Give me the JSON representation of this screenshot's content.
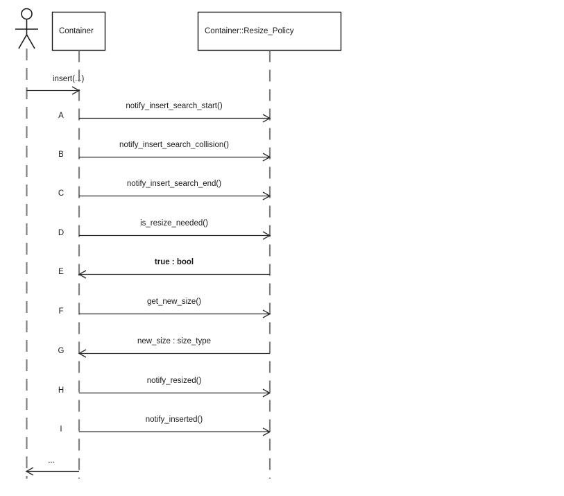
{
  "diagram": {
    "type": "uml-sequence-diagram",
    "participants": [
      {
        "id": "actor",
        "kind": "actor",
        "label": ""
      },
      {
        "id": "container",
        "kind": "object",
        "label": "Container"
      },
      {
        "id": "resize_policy",
        "kind": "object",
        "label": "Container::Resize_Policy"
      }
    ],
    "messages": [
      {
        "step": "",
        "label": "insert(...)",
        "from": "actor",
        "to": "container",
        "direction": "right",
        "bold": false
      },
      {
        "step": "A",
        "label": "notify_insert_search_start()",
        "from": "container",
        "to": "resize_policy",
        "direction": "right",
        "bold": false
      },
      {
        "step": "B",
        "label": "notify_insert_search_collision()",
        "from": "container",
        "to": "resize_policy",
        "direction": "right",
        "bold": false
      },
      {
        "step": "C",
        "label": "notify_insert_search_end()",
        "from": "container",
        "to": "resize_policy",
        "direction": "right",
        "bold": false
      },
      {
        "step": "D",
        "label": "is_resize_needed()",
        "from": "container",
        "to": "resize_policy",
        "direction": "right",
        "bold": false
      },
      {
        "step": "E",
        "label": "true : bool",
        "from": "resize_policy",
        "to": "container",
        "direction": "left",
        "bold": true
      },
      {
        "step": "F",
        "label": "get_new_size()",
        "from": "container",
        "to": "resize_policy",
        "direction": "right",
        "bold": false
      },
      {
        "step": "G",
        "label": "new_size : size_type",
        "from": "resize_policy",
        "to": "container",
        "direction": "left",
        "bold": false
      },
      {
        "step": "H",
        "label": "notify_resized()",
        "from": "container",
        "to": "resize_policy",
        "direction": "right",
        "bold": false
      },
      {
        "step": "I",
        "label": "notify_inserted()",
        "from": "container",
        "to": "resize_policy",
        "direction": "right",
        "bold": false
      },
      {
        "step": "",
        "label": "...",
        "from": "container",
        "to": "actor",
        "direction": "left",
        "bold": false
      }
    ],
    "colors": {
      "background": "#ffffff",
      "stroke": "#1a1a1a",
      "lifeline": "#808080",
      "message": "#262626"
    }
  }
}
